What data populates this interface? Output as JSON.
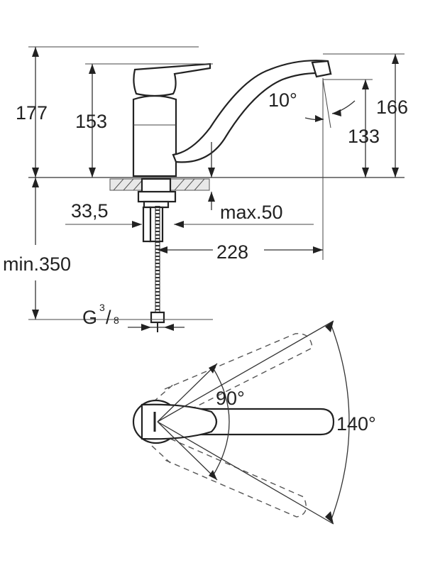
{
  "dimensions": {
    "overall_height": "177",
    "body_height": "153",
    "spout_tip_height": "166",
    "spout_outlet_height": "133",
    "spout_angle": "10°",
    "body_diameter": "33,5",
    "max_counter_thickness": "max.50",
    "spout_reach": "228",
    "hose_min_length": "min.350",
    "connection_thread_main": "G",
    "connection_thread_num": "3",
    "connection_thread_den": "8"
  },
  "rotation": {
    "lever_angle": "90°",
    "spout_swivel_angle": "140°"
  }
}
